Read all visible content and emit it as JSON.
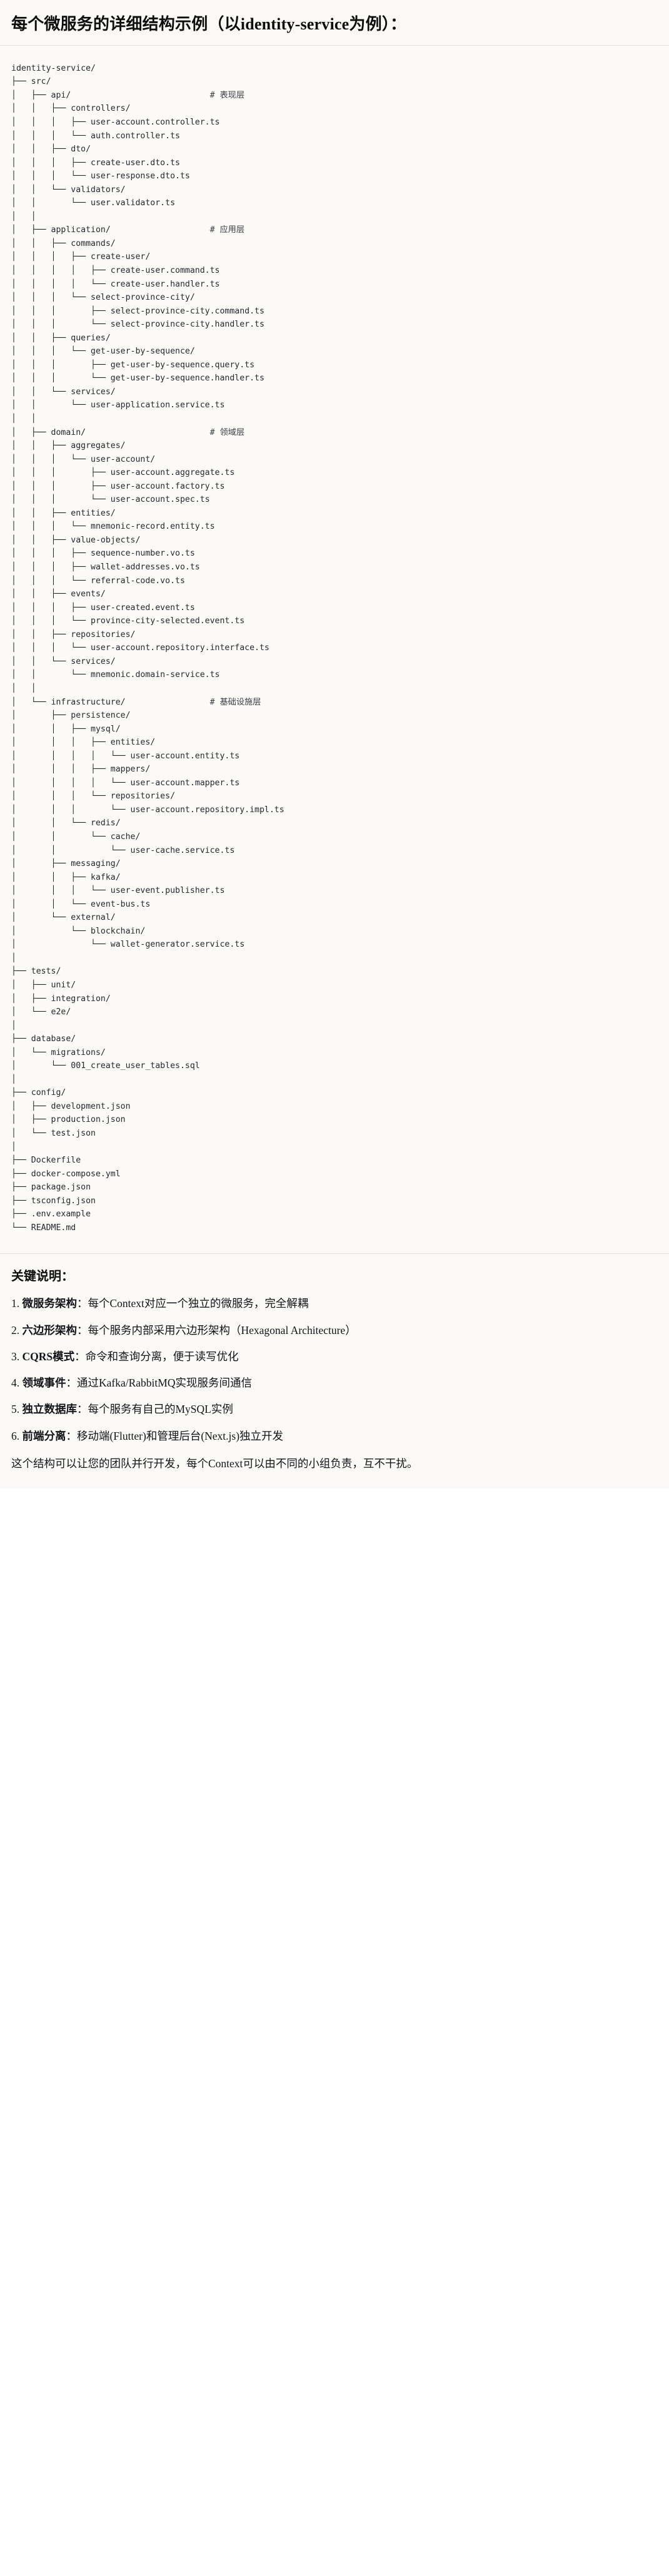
{
  "heading": "每个微服务的详细结构示例（以identity-service为例）：",
  "tree": {
    "root": "identity-service/",
    "lines": [
      {
        "prefix": "",
        "name": "identity-service/",
        "comment": ""
      },
      {
        "prefix": "├── ",
        "name": "src/",
        "comment": ""
      },
      {
        "prefix": "│   ├── ",
        "name": "api/",
        "comment": "# 表现层"
      },
      {
        "prefix": "│   │   ├── ",
        "name": "controllers/",
        "comment": ""
      },
      {
        "prefix": "│   │   │   ├── ",
        "name": "user-account.controller.ts",
        "comment": ""
      },
      {
        "prefix": "│   │   │   └── ",
        "name": "auth.controller.ts",
        "comment": ""
      },
      {
        "prefix": "│   │   ├── ",
        "name": "dto/",
        "comment": ""
      },
      {
        "prefix": "│   │   │   ├── ",
        "name": "create-user.dto.ts",
        "comment": ""
      },
      {
        "prefix": "│   │   │   └── ",
        "name": "user-response.dto.ts",
        "comment": ""
      },
      {
        "prefix": "│   │   └── ",
        "name": "validators/",
        "comment": ""
      },
      {
        "prefix": "│   │       └── ",
        "name": "user.validator.ts",
        "comment": ""
      },
      {
        "prefix": "│   │",
        "name": "",
        "comment": ""
      },
      {
        "prefix": "│   ├── ",
        "name": "application/",
        "comment": "# 应用层"
      },
      {
        "prefix": "│   │   ├── ",
        "name": "commands/",
        "comment": ""
      },
      {
        "prefix": "│   │   │   ├── ",
        "name": "create-user/",
        "comment": ""
      },
      {
        "prefix": "│   │   │   │   ├── ",
        "name": "create-user.command.ts",
        "comment": ""
      },
      {
        "prefix": "│   │   │   │   └── ",
        "name": "create-user.handler.ts",
        "comment": ""
      },
      {
        "prefix": "│   │   │   └── ",
        "name": "select-province-city/",
        "comment": ""
      },
      {
        "prefix": "│   │   │       ├── ",
        "name": "select-province-city.command.ts",
        "comment": ""
      },
      {
        "prefix": "│   │   │       └── ",
        "name": "select-province-city.handler.ts",
        "comment": ""
      },
      {
        "prefix": "│   │   ├── ",
        "name": "queries/",
        "comment": ""
      },
      {
        "prefix": "│   │   │   └── ",
        "name": "get-user-by-sequence/",
        "comment": ""
      },
      {
        "prefix": "│   │   │       ├── ",
        "name": "get-user-by-sequence.query.ts",
        "comment": ""
      },
      {
        "prefix": "│   │   │       └── ",
        "name": "get-user-by-sequence.handler.ts",
        "comment": ""
      },
      {
        "prefix": "│   │   └── ",
        "name": "services/",
        "comment": ""
      },
      {
        "prefix": "│   │       └── ",
        "name": "user-application.service.ts",
        "comment": ""
      },
      {
        "prefix": "│   │",
        "name": "",
        "comment": ""
      },
      {
        "prefix": "│   ├── ",
        "name": "domain/",
        "comment": "# 领域层"
      },
      {
        "prefix": "│   │   ├── ",
        "name": "aggregates/",
        "comment": ""
      },
      {
        "prefix": "│   │   │   └── ",
        "name": "user-account/",
        "comment": ""
      },
      {
        "prefix": "│   │   │       ├── ",
        "name": "user-account.aggregate.ts",
        "comment": ""
      },
      {
        "prefix": "│   │   │       ├── ",
        "name": "user-account.factory.ts",
        "comment": ""
      },
      {
        "prefix": "│   │   │       └── ",
        "name": "user-account.spec.ts",
        "comment": ""
      },
      {
        "prefix": "│   │   ├── ",
        "name": "entities/",
        "comment": ""
      },
      {
        "prefix": "│   │   │   └── ",
        "name": "mnemonic-record.entity.ts",
        "comment": ""
      },
      {
        "prefix": "│   │   ├── ",
        "name": "value-objects/",
        "comment": ""
      },
      {
        "prefix": "│   │   │   ├── ",
        "name": "sequence-number.vo.ts",
        "comment": ""
      },
      {
        "prefix": "│   │   │   ├── ",
        "name": "wallet-addresses.vo.ts",
        "comment": ""
      },
      {
        "prefix": "│   │   │   └── ",
        "name": "referral-code.vo.ts",
        "comment": ""
      },
      {
        "prefix": "│   │   ├── ",
        "name": "events/",
        "comment": ""
      },
      {
        "prefix": "│   │   │   ├── ",
        "name": "user-created.event.ts",
        "comment": ""
      },
      {
        "prefix": "│   │   │   └── ",
        "name": "province-city-selected.event.ts",
        "comment": ""
      },
      {
        "prefix": "│   │   ├── ",
        "name": "repositories/",
        "comment": ""
      },
      {
        "prefix": "│   │   │   └── ",
        "name": "user-account.repository.interface.ts",
        "comment": ""
      },
      {
        "prefix": "│   │   └── ",
        "name": "services/",
        "comment": ""
      },
      {
        "prefix": "│   │       └── ",
        "name": "mnemonic.domain-service.ts",
        "comment": ""
      },
      {
        "prefix": "│   │",
        "name": "",
        "comment": ""
      },
      {
        "prefix": "│   └── ",
        "name": "infrastructure/",
        "comment": "# 基础设施层"
      },
      {
        "prefix": "│       ├── ",
        "name": "persistence/",
        "comment": ""
      },
      {
        "prefix": "│       │   ├── ",
        "name": "mysql/",
        "comment": ""
      },
      {
        "prefix": "│       │   │   ├── ",
        "name": "entities/",
        "comment": ""
      },
      {
        "prefix": "│       │   │   │   └── ",
        "name": "user-account.entity.ts",
        "comment": ""
      },
      {
        "prefix": "│       │   │   ├── ",
        "name": "mappers/",
        "comment": ""
      },
      {
        "prefix": "│       │   │   │   └── ",
        "name": "user-account.mapper.ts",
        "comment": ""
      },
      {
        "prefix": "│       │   │   └── ",
        "name": "repositories/",
        "comment": ""
      },
      {
        "prefix": "│       │   │       └── ",
        "name": "user-account.repository.impl.ts",
        "comment": ""
      },
      {
        "prefix": "│       │   └── ",
        "name": "redis/",
        "comment": ""
      },
      {
        "prefix": "│       │       └── ",
        "name": "cache/",
        "comment": ""
      },
      {
        "prefix": "│       │           └── ",
        "name": "user-cache.service.ts",
        "comment": ""
      },
      {
        "prefix": "│       ├── ",
        "name": "messaging/",
        "comment": ""
      },
      {
        "prefix": "│       │   ├── ",
        "name": "kafka/",
        "comment": ""
      },
      {
        "prefix": "│       │   │   └── ",
        "name": "user-event.publisher.ts",
        "comment": ""
      },
      {
        "prefix": "│       │   └── ",
        "name": "event-bus.ts",
        "comment": ""
      },
      {
        "prefix": "│       └── ",
        "name": "external/",
        "comment": ""
      },
      {
        "prefix": "│           └── ",
        "name": "blockchain/",
        "comment": ""
      },
      {
        "prefix": "│               └── ",
        "name": "wallet-generator.service.ts",
        "comment": ""
      },
      {
        "prefix": "│",
        "name": "",
        "comment": ""
      },
      {
        "prefix": "├── ",
        "name": "tests/",
        "comment": ""
      },
      {
        "prefix": "│   ├── ",
        "name": "unit/",
        "comment": ""
      },
      {
        "prefix": "│   ├── ",
        "name": "integration/",
        "comment": ""
      },
      {
        "prefix": "│   └── ",
        "name": "e2e/",
        "comment": ""
      },
      {
        "prefix": "│",
        "name": "",
        "comment": ""
      },
      {
        "prefix": "├── ",
        "name": "database/",
        "comment": ""
      },
      {
        "prefix": "│   └── ",
        "name": "migrations/",
        "comment": ""
      },
      {
        "prefix": "│       └── ",
        "name": "001_create_user_tables.sql",
        "comment": ""
      },
      {
        "prefix": "│",
        "name": "",
        "comment": ""
      },
      {
        "prefix": "├── ",
        "name": "config/",
        "comment": ""
      },
      {
        "prefix": "│   ├── ",
        "name": "development.json",
        "comment": ""
      },
      {
        "prefix": "│   ├── ",
        "name": "production.json",
        "comment": ""
      },
      {
        "prefix": "│   └── ",
        "name": "test.json",
        "comment": ""
      },
      {
        "prefix": "│",
        "name": "",
        "comment": ""
      },
      {
        "prefix": "├── ",
        "name": "Dockerfile",
        "comment": ""
      },
      {
        "prefix": "├── ",
        "name": "docker-compose.yml",
        "comment": ""
      },
      {
        "prefix": "├── ",
        "name": "package.json",
        "comment": ""
      },
      {
        "prefix": "├── ",
        "name": "tsconfig.json",
        "comment": ""
      },
      {
        "prefix": "├── ",
        "name": ".env.example",
        "comment": ""
      },
      {
        "prefix": "└── ",
        "name": "README.md",
        "comment": ""
      }
    ],
    "comment_column": 40
  },
  "keypoints": {
    "title": "关键说明：",
    "items": [
      {
        "term": "微服务架构",
        "desc": "：每个Context对应一个独立的微服务，完全解耦"
      },
      {
        "term": "六边形架构",
        "desc": "：每个服务内部采用六边形架构（Hexagonal Architecture）"
      },
      {
        "term": "CQRS模式",
        "desc": "：命令和查询分离，便于读写优化"
      },
      {
        "term": "领域事件",
        "desc": "：通过Kafka/RabbitMQ实现服务间通信"
      },
      {
        "term": "独立数据库",
        "desc": "：每个服务有自己的MySQL实例"
      },
      {
        "term": "前端分离",
        "desc": "：移动端(Flutter)和管理后台(Next.js)独立开发"
      }
    ],
    "footer": "这个结构可以让您的团队并行开发，每个Context可以由不同的小组负责，互不干扰。"
  }
}
